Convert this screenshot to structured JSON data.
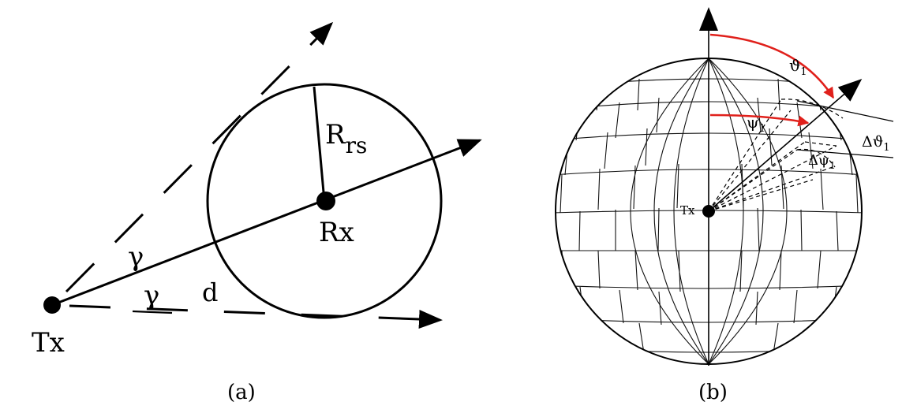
{
  "panel_a": {
    "caption": "(a)",
    "labels": {
      "tx": "Tx",
      "rx": "Rx",
      "radius_main": "R",
      "radius_sub": "rs",
      "distance": "d",
      "gamma_upper": "γ",
      "gamma_lower": "γ"
    }
  },
  "panel_b": {
    "caption": "(b)",
    "labels": {
      "tx": "Tx",
      "theta": "ϑ",
      "theta_sub": "1",
      "psi": "ψ",
      "psi_sub": "1",
      "delta_theta": "Δϑ",
      "delta_theta_sub": "1",
      "delta_psi": "Δψ",
      "delta_psi_sub": "1"
    }
  },
  "colors": {
    "lines": "#000000",
    "highlight_arrows": "#e0201b",
    "background": "#ffffff"
  }
}
